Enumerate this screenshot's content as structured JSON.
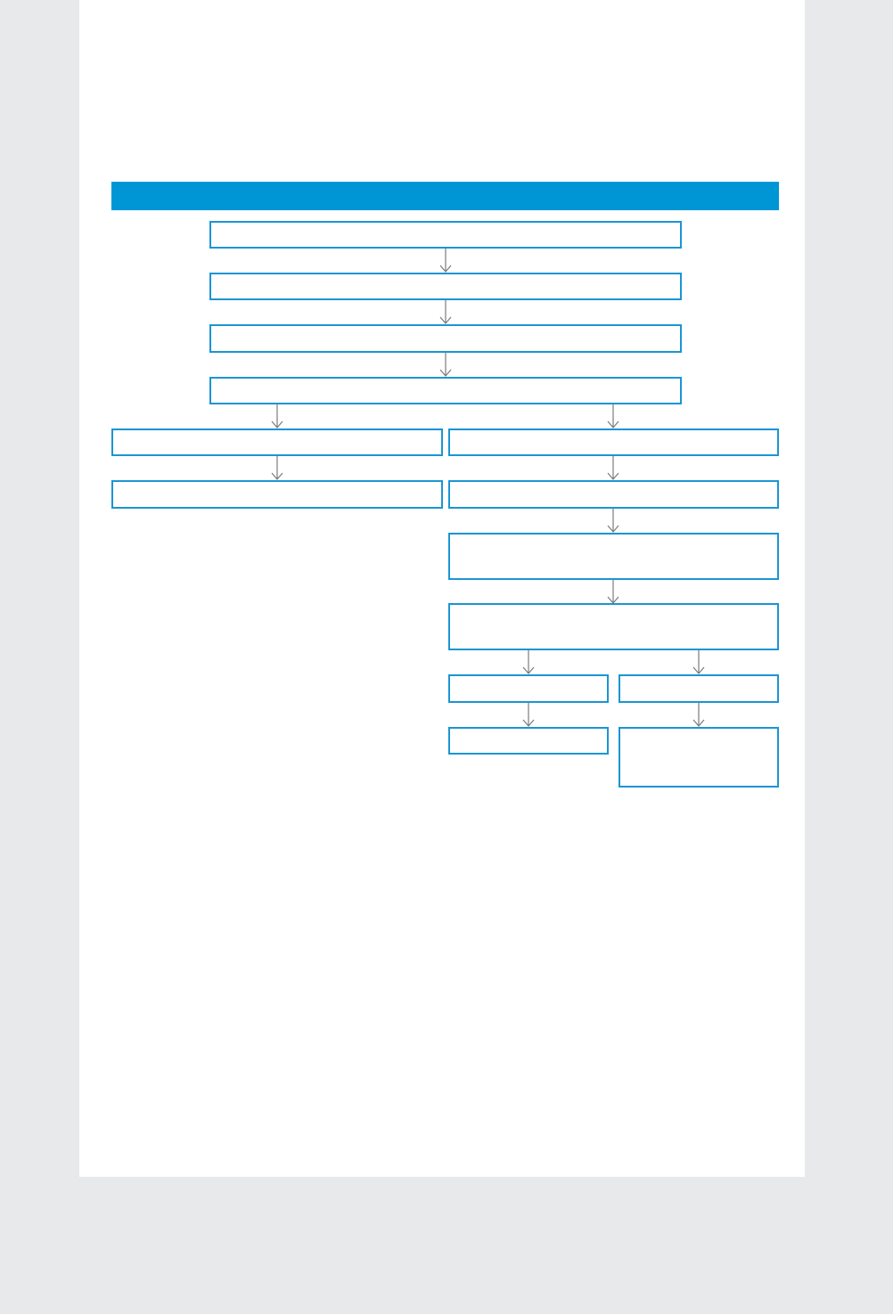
{
  "diagram": {
    "header": {
      "label": ""
    },
    "colors": {
      "background": "#e8e9eb",
      "page": "#ffffff",
      "header_bar": "#0096d6",
      "box_border": "#1b95d3",
      "arrow": "#7a7a7a"
    },
    "nodes": {
      "main_1": "",
      "main_2": "",
      "main_3": "",
      "main_4": "",
      "left_1": "",
      "left_2": "",
      "right_1": "",
      "right_2": "",
      "right_3": "",
      "right_4": "",
      "sub_a_1": "",
      "sub_a_2": "",
      "sub_b_1": "",
      "sub_b_2": ""
    },
    "edges": [
      [
        "main_1",
        "main_2"
      ],
      [
        "main_2",
        "main_3"
      ],
      [
        "main_3",
        "main_4"
      ],
      [
        "main_4",
        "left_1"
      ],
      [
        "main_4",
        "right_1"
      ],
      [
        "left_1",
        "left_2"
      ],
      [
        "right_1",
        "right_2"
      ],
      [
        "right_2",
        "right_3"
      ],
      [
        "right_3",
        "right_4"
      ],
      [
        "right_4",
        "sub_a_1"
      ],
      [
        "right_4",
        "sub_b_1"
      ],
      [
        "sub_a_1",
        "sub_a_2"
      ],
      [
        "sub_b_1",
        "sub_b_2"
      ]
    ]
  }
}
